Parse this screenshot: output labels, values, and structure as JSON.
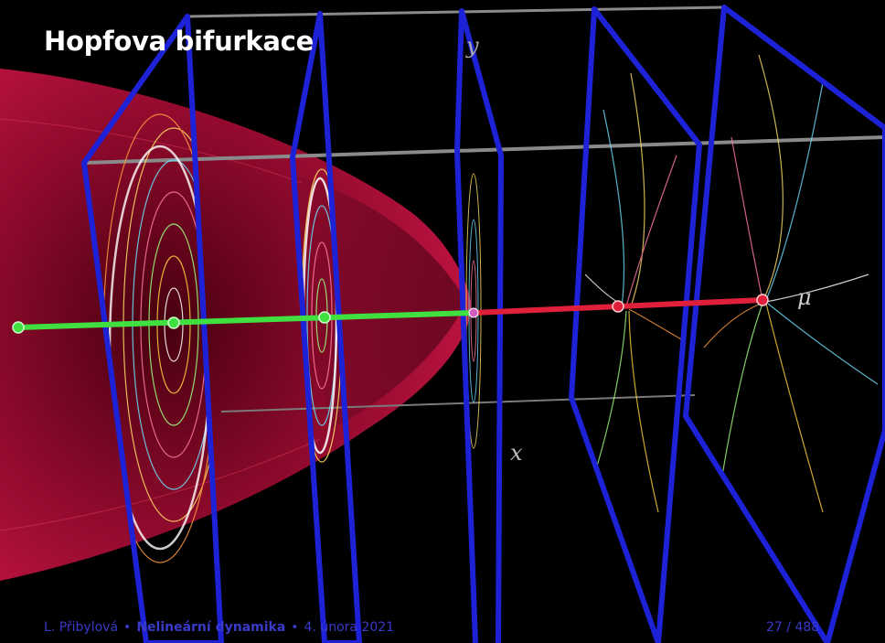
{
  "slide": {
    "title": "Hopfova bifurkace",
    "axis_labels": {
      "x": "x",
      "y": "y",
      "mu": "μ"
    }
  },
  "footer": {
    "author": "L. Přibylová",
    "course": "Nelineární dynamika",
    "date": "4. února 2021",
    "separator": "•",
    "page": "27",
    "total": "488"
  },
  "colors": {
    "background": "#000000",
    "plane_frame": "#1e22d6",
    "stable_branch": "#3fe03f",
    "unstable_branch": "#e0203a",
    "limit_cycle_surface": "#b8103a",
    "frame_rail": "#8a8a8a"
  }
}
